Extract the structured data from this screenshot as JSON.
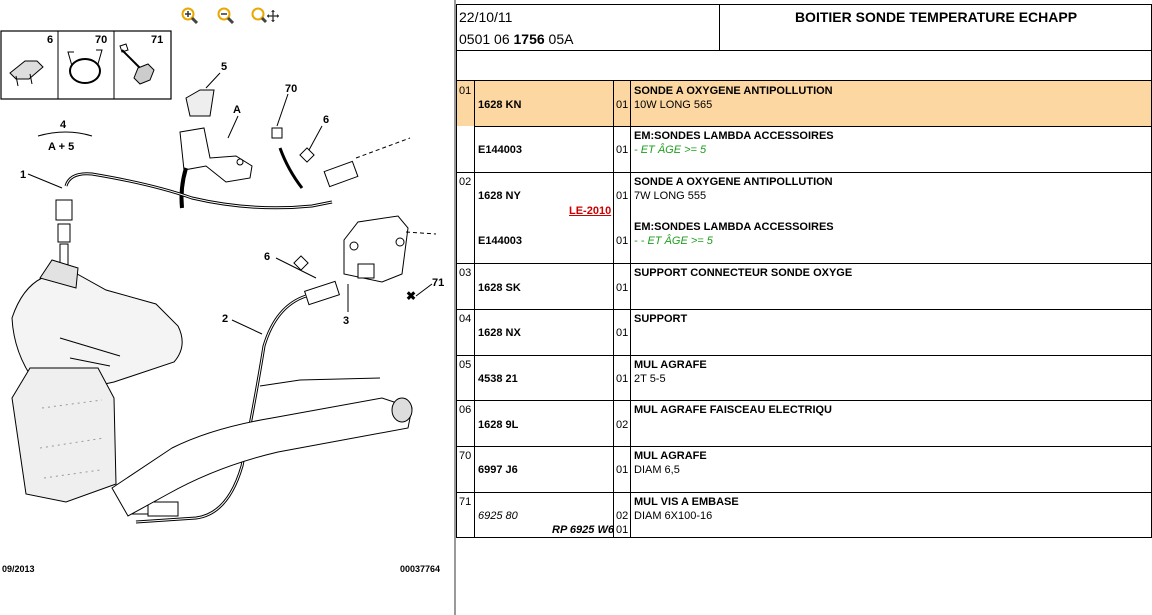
{
  "toolbar": {
    "zoom_in": "zoom-in",
    "zoom_out": "zoom-out",
    "zoom_pan": "zoom-pan"
  },
  "diagram": {
    "thumbs": [
      "6",
      "70",
      "71"
    ],
    "labels": {
      "l5": "5",
      "lA": "A",
      "l70": "70",
      "l6a": "6",
      "l4": "4",
      "l4b": "A + 5",
      "l1": "1",
      "l6b": "6",
      "l71": "71",
      "l2": "2",
      "l3": "3"
    },
    "footer_left": "09/2013",
    "footer_right": "00037764"
  },
  "header": {
    "date": "22/10/11",
    "ref_a": "0501 06 ",
    "ref_b": "1756",
    "ref_c": " 05A",
    "title": "BOITIER SONDE TEMPERATURE ECHAPP"
  },
  "rows": [
    {
      "num": "01",
      "part": "1628 KN",
      "qty": "01",
      "desc": "SONDE A OXYGENE ANTIPOLLUTION",
      "sub": "10W LONG 565"
    },
    {
      "part": "E144003",
      "qty": "01",
      "desc": "EM:SONDES LAMBDA ACCESSOIRES",
      "sub": "- ET ÂGE >= 5"
    },
    {
      "num": "02",
      "part": "1628 NY",
      "link": "LE-2010",
      "qty": "01",
      "desc": "SONDE A OXYGENE ANTIPOLLUTION",
      "sub": "7W LONG 555"
    },
    {
      "part": "E144003",
      "qty": "01",
      "desc": "EM:SONDES LAMBDA ACCESSOIRES",
      "sub": "- - ET ÂGE >= 5"
    },
    {
      "num": "03",
      "part": "1628 SK",
      "qty": "01",
      "desc": "SUPPORT CONNECTEUR SONDE OXYGE"
    },
    {
      "num": "04",
      "part": "1628 NX",
      "qty": "01",
      "desc": "SUPPORT"
    },
    {
      "num": "05",
      "part": "4538 21",
      "qty": "01",
      "desc": "MUL AGRAFE",
      "sub": "2T 5-5"
    },
    {
      "num": "06",
      "part": "1628 9L",
      "qty": "02",
      "desc": "MUL AGRAFE FAISCEAU ELECTRIQU"
    },
    {
      "num": "70",
      "part": "6997 J6",
      "qty": "01",
      "desc": "MUL AGRAFE",
      "sub": "DIAM 6,5"
    },
    {
      "num": "71",
      "part": "6925 80",
      "part2": "RP 6925 W6",
      "qty": "02",
      "qty2": "01",
      "desc": "MUL VIS A EMBASE",
      "sub": "DIAM 6X100-16"
    }
  ],
  "colors": {
    "highlight": "#fcd7a1",
    "green": "#1e9e1e",
    "link": "#cc0000",
    "toolbar_icon": "#e8a800"
  }
}
